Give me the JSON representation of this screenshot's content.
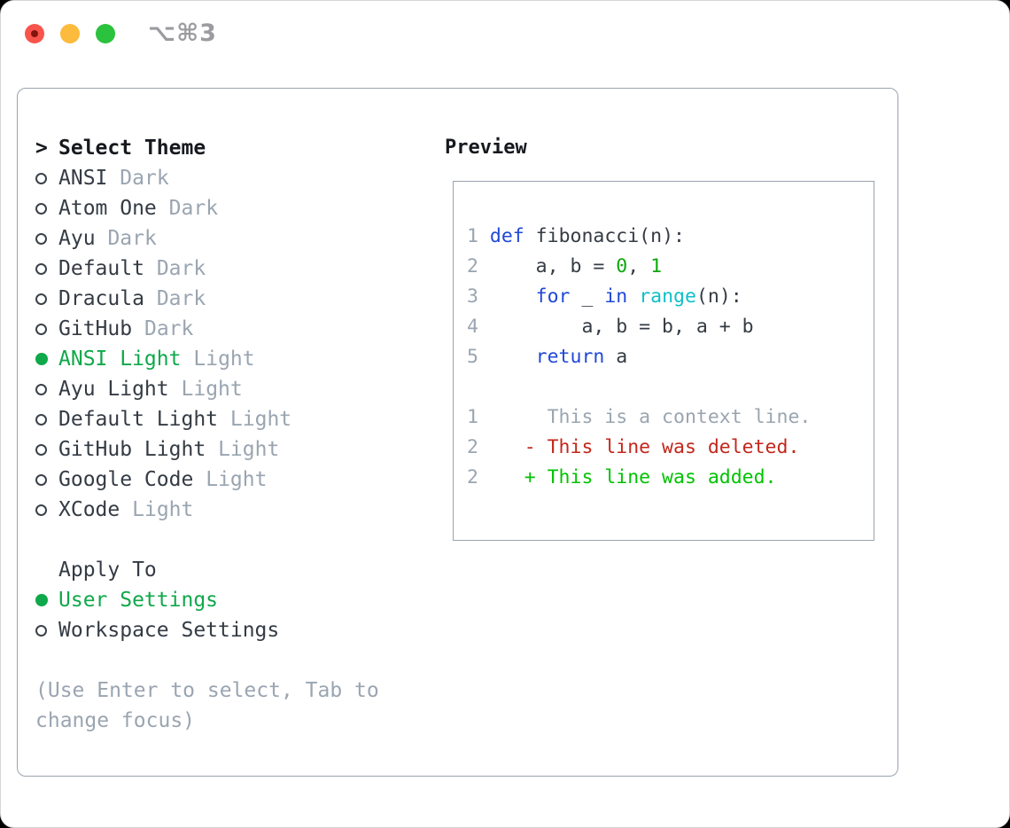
{
  "window": {
    "title_shortcut": "⌥⌘3",
    "traffic_lights": [
      "close",
      "minimize",
      "zoom"
    ]
  },
  "theme_list": {
    "cursor": ">",
    "header": "Select Theme",
    "items": [
      {
        "name": "ANSI",
        "variant": "Dark",
        "selected": false
      },
      {
        "name": "Atom One",
        "variant": "Dark",
        "selected": false
      },
      {
        "name": "Ayu",
        "variant": "Dark",
        "selected": false
      },
      {
        "name": "Default",
        "variant": "Dark",
        "selected": false
      },
      {
        "name": "Dracula",
        "variant": "Dark",
        "selected": false
      },
      {
        "name": "GitHub",
        "variant": "Dark",
        "selected": false
      },
      {
        "name": "ANSI Light",
        "variant": "Light",
        "selected": true
      },
      {
        "name": "Ayu Light",
        "variant": "Light",
        "selected": false
      },
      {
        "name": "Default Light",
        "variant": "Light",
        "selected": false
      },
      {
        "name": "GitHub Light",
        "variant": "Light",
        "selected": false
      },
      {
        "name": "Google Code",
        "variant": "Light",
        "selected": false
      },
      {
        "name": "XCode",
        "variant": "Light",
        "selected": false
      }
    ]
  },
  "apply_to": {
    "header": "Apply To",
    "options": [
      {
        "label": "User Settings",
        "selected": true
      },
      {
        "label": "Workspace Settings",
        "selected": false
      }
    ]
  },
  "help_lines": [
    "(Use Enter to select, Tab to",
    "change focus)"
  ],
  "preview": {
    "header": "Preview",
    "code_lines": [
      [
        {
          "t": "1 ",
          "c": "ln"
        },
        {
          "t": "def",
          "c": "kw"
        },
        {
          "t": " fibonacci(n):",
          "c": "tx"
        }
      ],
      [
        {
          "t": "2 ",
          "c": "ln"
        },
        {
          "t": "    a, b = ",
          "c": "tx"
        },
        {
          "t": "0",
          "c": "num"
        },
        {
          "t": ", ",
          "c": "tx"
        },
        {
          "t": "1",
          "c": "num"
        }
      ],
      [
        {
          "t": "3 ",
          "c": "ln"
        },
        {
          "t": "    ",
          "c": "tx"
        },
        {
          "t": "for",
          "c": "kw"
        },
        {
          "t": " _ ",
          "c": "tx"
        },
        {
          "t": "in",
          "c": "kw"
        },
        {
          "t": " ",
          "c": "tx"
        },
        {
          "t": "range",
          "c": "bi"
        },
        {
          "t": "(n):",
          "c": "tx"
        }
      ],
      [
        {
          "t": "4 ",
          "c": "ln"
        },
        {
          "t": "        a, b = b, a + b",
          "c": "tx"
        }
      ],
      [
        {
          "t": "5 ",
          "c": "ln"
        },
        {
          "t": "    ",
          "c": "tx"
        },
        {
          "t": "return",
          "c": "kw"
        },
        {
          "t": " a",
          "c": "tx"
        }
      ],
      [],
      [
        {
          "t": "1",
          "c": "ln"
        },
        {
          "t": "      This is a context line.",
          "c": "ctx"
        }
      ],
      [
        {
          "t": "2",
          "c": "ln"
        },
        {
          "t": "    - This line was deleted.",
          "c": "del"
        }
      ],
      [
        {
          "t": "2",
          "c": "ln"
        },
        {
          "t": "    + This line was added.",
          "c": "add"
        }
      ]
    ]
  },
  "colors": {
    "selected_green": "#0fa84a",
    "keyword_blue": "#1f48d8",
    "builtin_cyan": "#10bfc9",
    "number_green": "#0ca80c",
    "diff_added_green": "#00c300",
    "diff_deleted_red": "#c3271b",
    "muted_gray": "#9aa5b1",
    "text_dark": "#343b44",
    "border_gray": "#9aa3af",
    "traffic_red": "#f8544c",
    "traffic_yellow": "#fcbb3c",
    "traffic_green": "#2bc23e"
  }
}
